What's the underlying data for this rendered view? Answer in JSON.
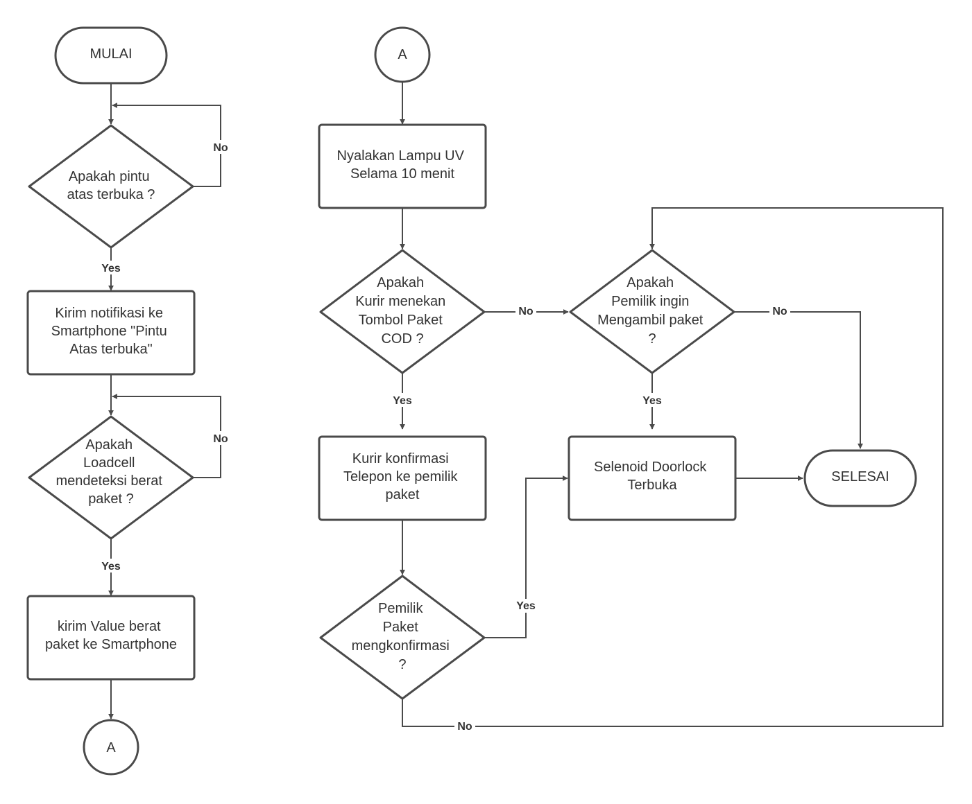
{
  "nodes": {
    "mulai": "MULAI",
    "d_pintu": [
      "Apakah pintu",
      "atas terbuka ?"
    ],
    "notif": [
      "Kirim notifikasi ke",
      "Smartphone \"Pintu",
      "Atas terbuka\""
    ],
    "d_loadcell": [
      "Apakah",
      "Loadcell",
      "mendeteksi berat",
      "paket ?"
    ],
    "kirim_value": [
      "kirim Value berat",
      "paket ke Smartphone"
    ],
    "conn_a_bottom": "A",
    "conn_a_top": "A",
    "lampu": [
      "Nyalakan Lampu UV",
      "Selama 10 menit"
    ],
    "d_kurir": [
      "Apakah",
      "Kurir menekan",
      "Tombol Paket",
      "COD ?"
    ],
    "d_pemilik_ambil": [
      "Apakah",
      "Pemilik ingin",
      "Mengambil paket",
      "?"
    ],
    "kurir_konfirmasi": [
      "Kurir konfirmasi",
      "Telepon ke pemilik",
      "paket"
    ],
    "selenoid": [
      "Selenoid Doorlock",
      "Terbuka"
    ],
    "selesai": "SELESAI",
    "d_pemilik_konfirmasi": [
      "Pemilik",
      "Paket",
      "mengkonfirmasi",
      "?"
    ]
  },
  "edge_labels": {
    "pintu_no": "No",
    "pintu_yes": "Yes",
    "loadcell_no": "No",
    "loadcell_yes": "Yes",
    "kurir_no": "No",
    "kurir_yes": "Yes",
    "ambil_no": "No",
    "ambil_yes": "Yes",
    "konfirmasi_yes": "Yes",
    "konfirmasi_no": "No"
  },
  "colors": {
    "stroke": "#4a4a4a",
    "text": "#333333",
    "background": "#ffffff"
  }
}
